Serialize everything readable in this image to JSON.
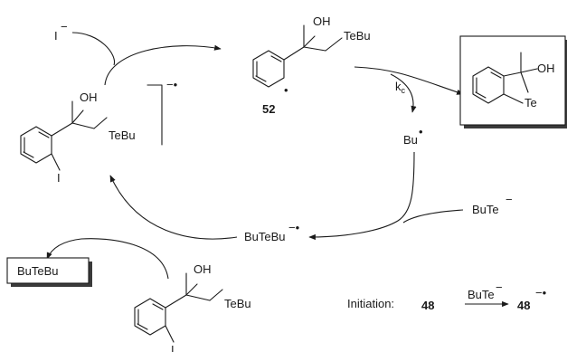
{
  "diagram": {
    "labels": {
      "iodide": "I",
      "anion_charge": "−",
      "radical_anion_charge": "−•",
      "radical_dot": "•",
      "oh": "OH",
      "tebu": "TeBu",
      "iodo_substituent": "I",
      "te": "Te",
      "compound_52": "52",
      "rate_constant_k": "k",
      "rate_constant_sub": "c",
      "butyl_radical": "Bu",
      "butyltellurolate": "BuTe",
      "dibutyl_ditelluride_radical_anion": "BuTeBu",
      "product_box_label": "BuTeBu",
      "initiation_label": "Initiation:",
      "compound_48": "48",
      "compound_48_radical_anion": "48",
      "initiation_reagent": "BuTe"
    }
  }
}
